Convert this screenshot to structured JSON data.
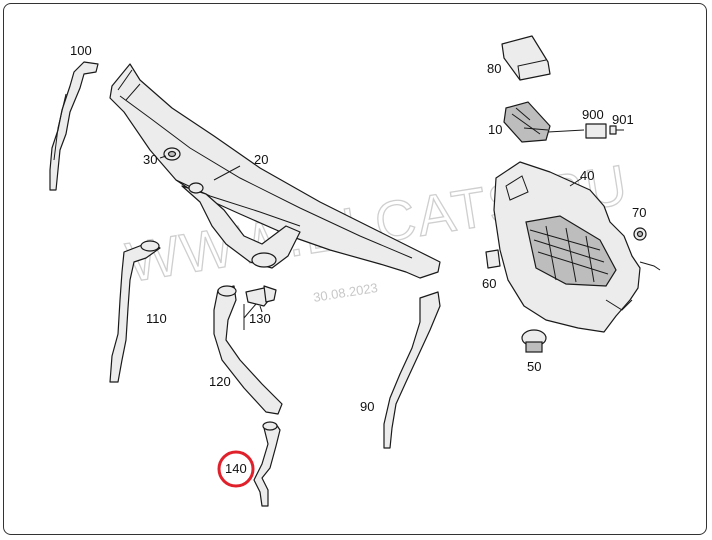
{
  "watermark": {
    "text": "WWW.ELCATS.RU",
    "date": "30.08.2023"
  },
  "highlight_color": "#e0202a",
  "callouts": [
    {
      "id": "c100",
      "label": "100"
    },
    {
      "id": "c30",
      "label": "30"
    },
    {
      "id": "c20",
      "label": "20"
    },
    {
      "id": "c80",
      "label": "80"
    },
    {
      "id": "c10",
      "label": "10"
    },
    {
      "id": "c900",
      "label": "900"
    },
    {
      "id": "c901",
      "label": "901"
    },
    {
      "id": "c40",
      "label": "40"
    },
    {
      "id": "c70",
      "label": "70"
    },
    {
      "id": "c60",
      "label": "60"
    },
    {
      "id": "c50",
      "label": "50"
    },
    {
      "id": "c110",
      "label": "110"
    },
    {
      "id": "c130",
      "label": "130"
    },
    {
      "id": "c120",
      "label": "120"
    },
    {
      "id": "c90",
      "label": "90"
    },
    {
      "id": "c140",
      "label": "140",
      "highlighted": true
    }
  ]
}
